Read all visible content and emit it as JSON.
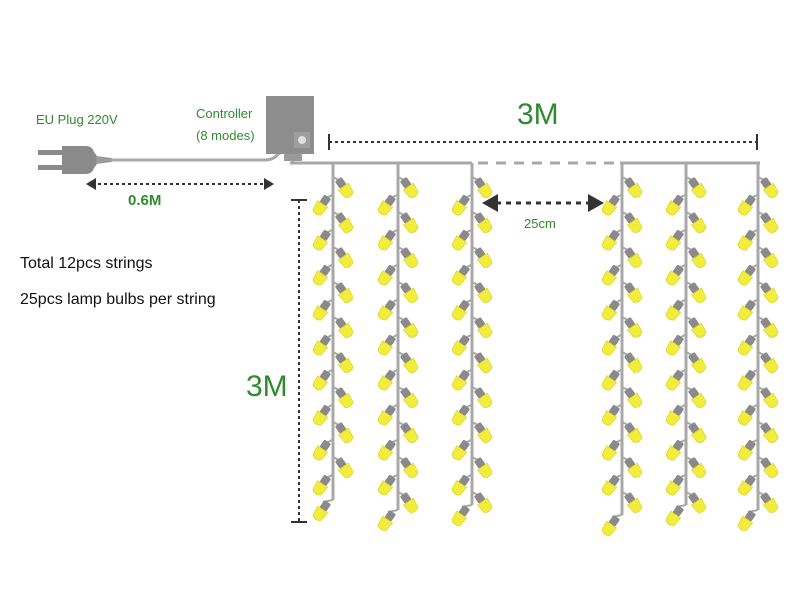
{
  "labels": {
    "plug": "EU Plug 220V",
    "controller_line1": "Controller",
    "controller_line2": "(8 modes)",
    "cable_length": "0.6M",
    "width": "3M",
    "height": "3M",
    "spacing": "25cm",
    "total_strings": "Total 12pcs strings",
    "bulbs_per_string": "25pcs lamp bulbs per string"
  },
  "colors": {
    "text_green": "#2e8b2e",
    "wire": "#a8a8a8",
    "socket": "#8a8a8a",
    "bulb": "#f2ec3c",
    "controller": "#8e8e8e",
    "dimension": "#333333"
  },
  "icons": [
    "plug-icon",
    "controller-box-icon",
    "bulb-icon"
  ]
}
